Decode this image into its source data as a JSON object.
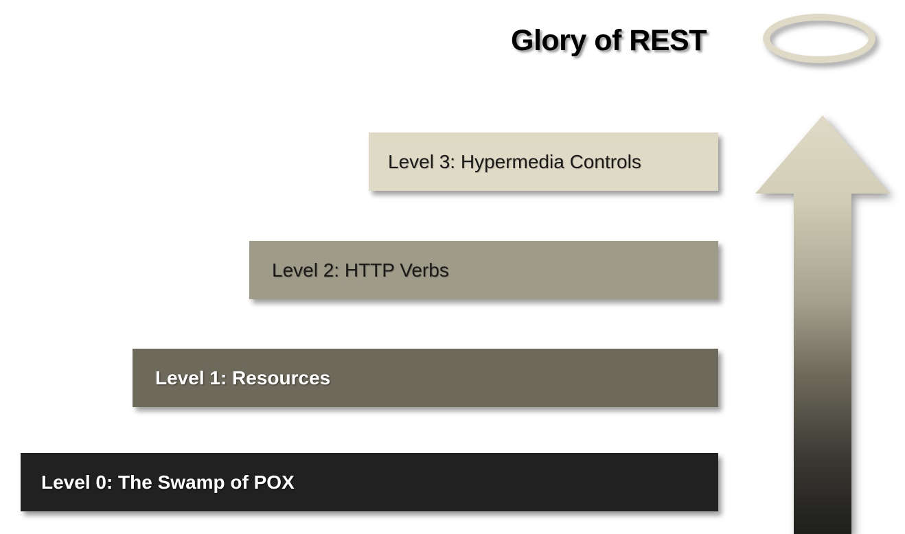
{
  "diagram": {
    "title": "Glory of REST",
    "halo_icon": "halo-ring-icon",
    "arrow_icon": "up-arrow-icon",
    "colors": {
      "level_0": "#212121",
      "level_1": "#6E6A5B",
      "level_2": "#9E9B88",
      "level_3": "#DEDAC5",
      "halo": "#DEDAC5",
      "title": "#000000",
      "background": "#FFFFFF",
      "arrow_gradient_top": "#DEDAC5",
      "arrow_gradient_mid": "#6E6A5B",
      "arrow_gradient_bottom": "#212121"
    },
    "levels": [
      {
        "id": "level-3",
        "label": "Level 3: Hypermedia Controls",
        "level_number": 3,
        "fill": "#DEDAC5",
        "text_color": "#1A1A1A"
      },
      {
        "id": "level-2",
        "label": "Level 2: HTTP Verbs",
        "level_number": 2,
        "fill": "#9E9B88",
        "text_color": "#1A1A1A"
      },
      {
        "id": "level-1",
        "label": "Level 1: Resources",
        "level_number": 1,
        "fill": "#6E6A5B",
        "text_color": "#FFFFFF"
      },
      {
        "id": "level-0",
        "label": "Level 0: The Swamp of POX",
        "level_number": 0,
        "fill": "#212121",
        "text_color": "#FFFFFF"
      }
    ]
  }
}
